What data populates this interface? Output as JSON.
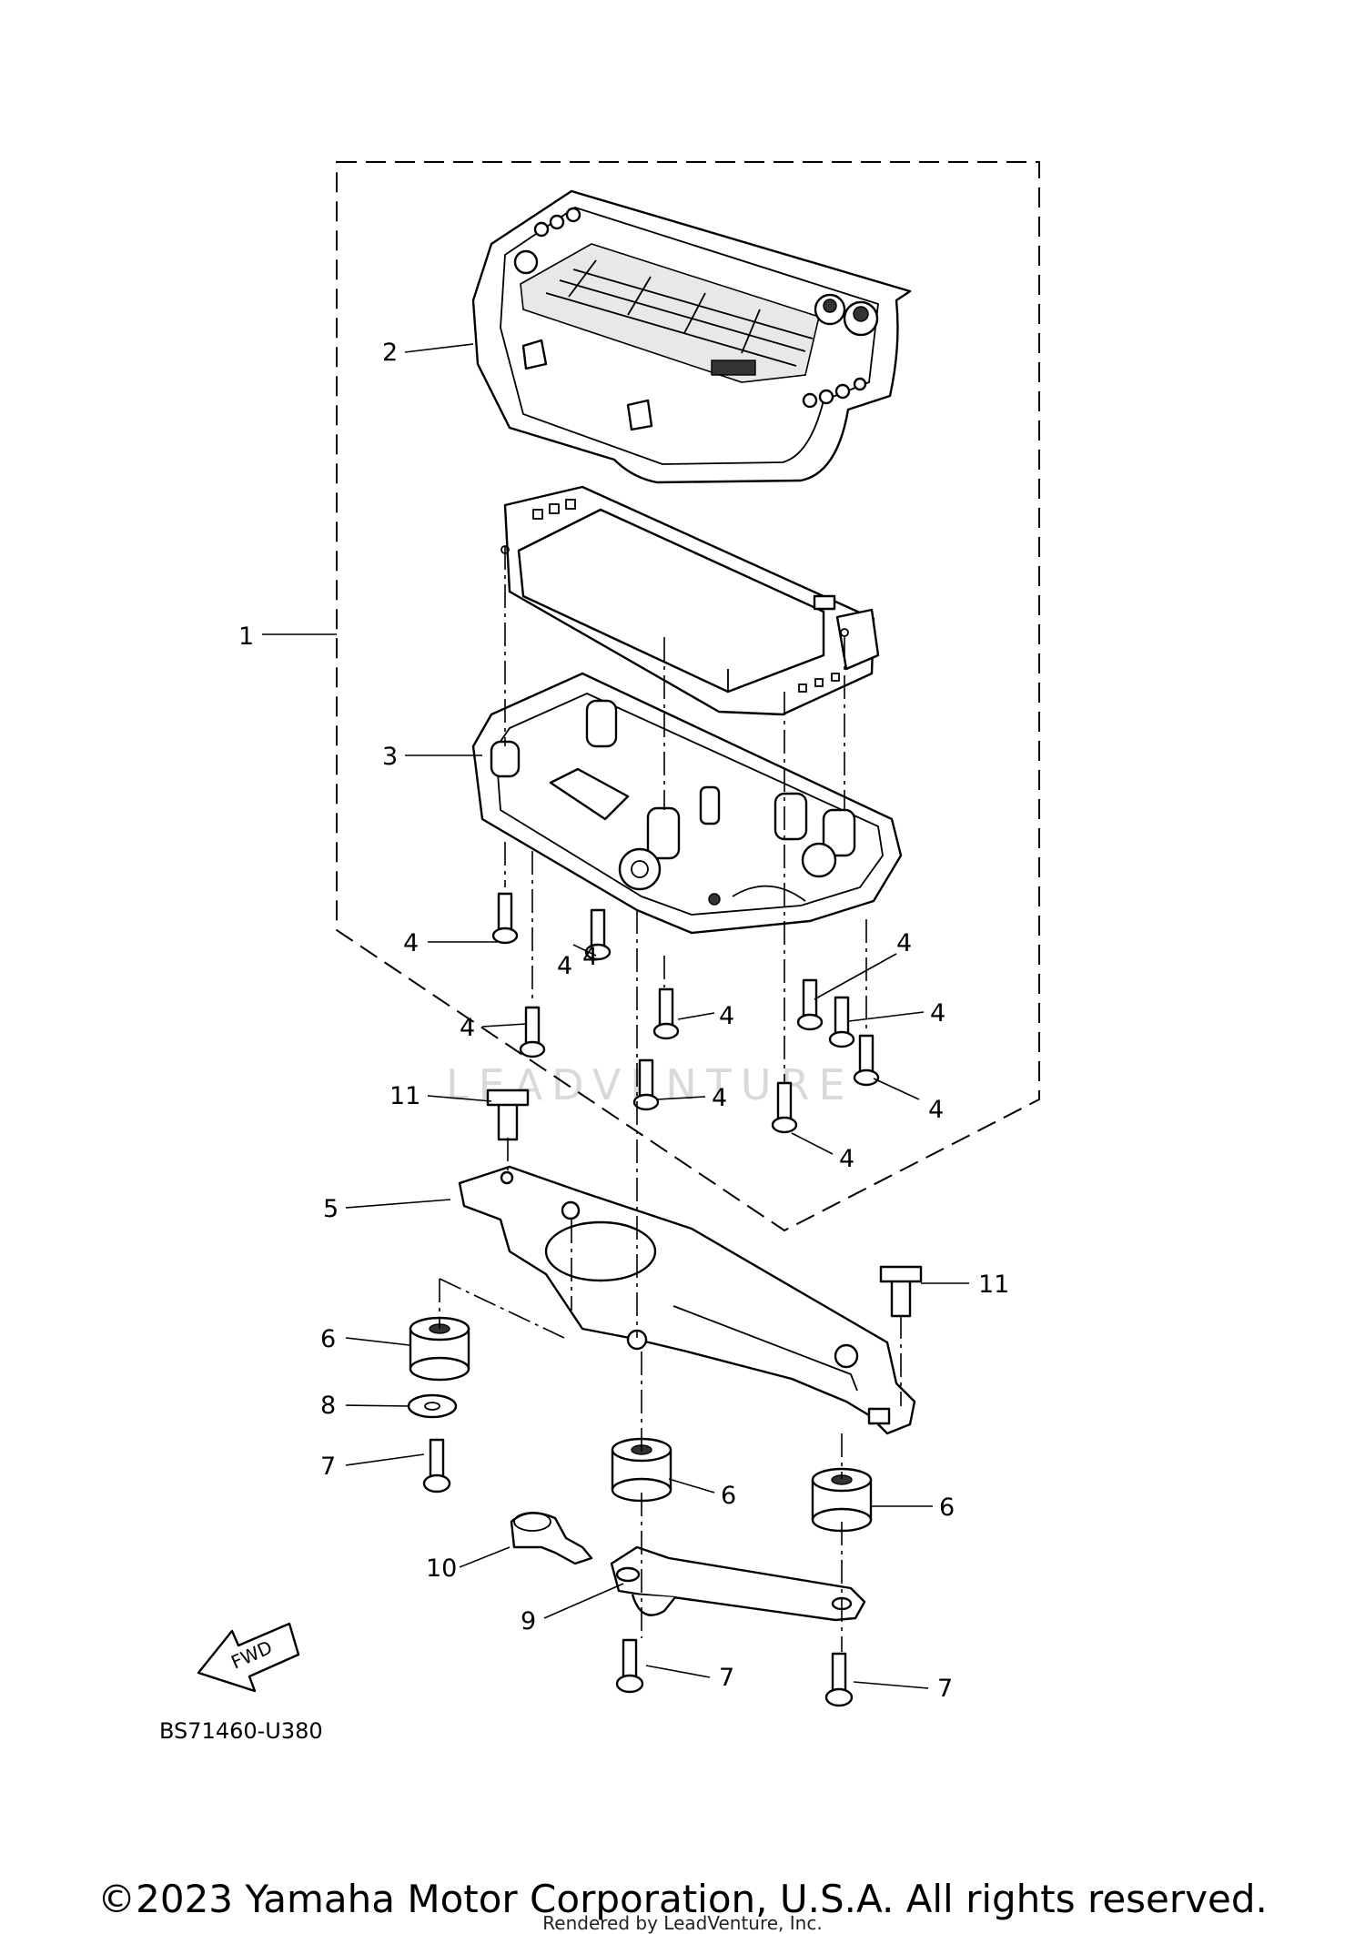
{
  "callouts": [
    {
      "id": "c1",
      "label": "1"
    },
    {
      "id": "c2",
      "label": "2"
    },
    {
      "id": "c3",
      "label": "3"
    },
    {
      "id": "c4a",
      "label": "4"
    },
    {
      "id": "c4b",
      "label": "4"
    },
    {
      "id": "c4c",
      "label": "4"
    },
    {
      "id": "c4d",
      "label": "4"
    },
    {
      "id": "c4e",
      "label": "4"
    },
    {
      "id": "c4f",
      "label": "4"
    },
    {
      "id": "c4g",
      "label": "4"
    },
    {
      "id": "c4h",
      "label": "4"
    },
    {
      "id": "c4i",
      "label": "4"
    },
    {
      "id": "c4j",
      "label": "4"
    },
    {
      "id": "c5",
      "label": "5"
    },
    {
      "id": "c6a",
      "label": "6"
    },
    {
      "id": "c6b",
      "label": "6"
    },
    {
      "id": "c6c",
      "label": "6"
    },
    {
      "id": "c7a",
      "label": "7"
    },
    {
      "id": "c7b",
      "label": "7"
    },
    {
      "id": "c7c",
      "label": "7"
    },
    {
      "id": "c8",
      "label": "8"
    },
    {
      "id": "c9",
      "label": "9"
    },
    {
      "id": "c10",
      "label": "10"
    },
    {
      "id": "c11a",
      "label": "11"
    },
    {
      "id": "c11b",
      "label": "11"
    }
  ],
  "fwd_arrow_text": "FWD",
  "diagram_code": "BS71460-U380",
  "watermark_text": "LEADVENTURE",
  "copyright": "©2023 Yamaha Motor Corporation, U.S.A. All rights reserved.",
  "rendered_by": "Rendered by LeadVenture, Inc."
}
